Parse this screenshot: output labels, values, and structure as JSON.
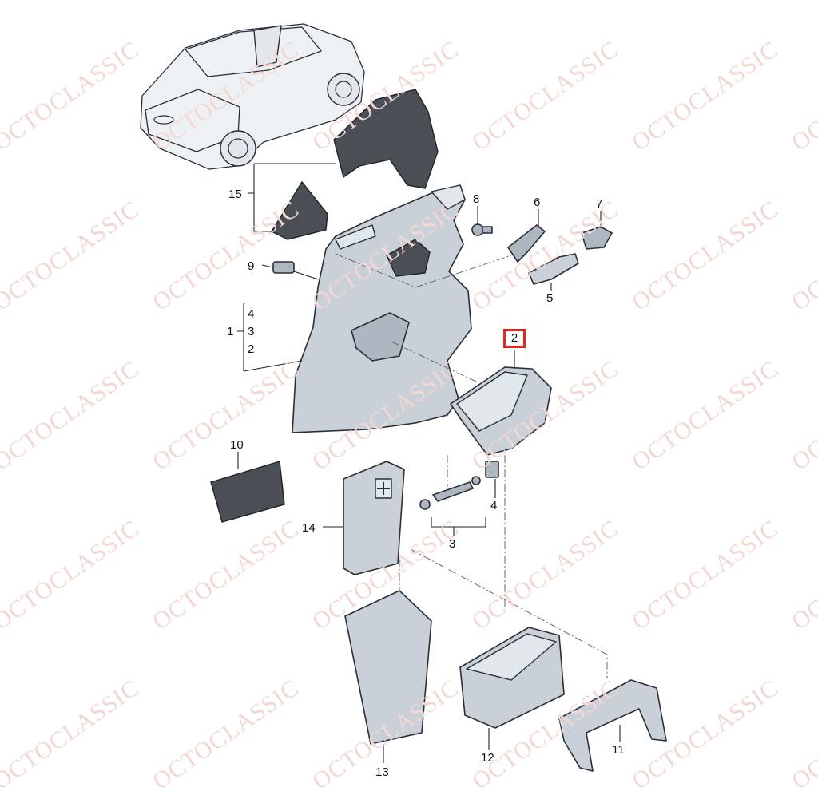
{
  "watermark": {
    "text": "OCTOCLASSIC",
    "color": "#f2d7d3"
  },
  "highlight": {
    "label": "2",
    "color": "#e0271e"
  },
  "callouts": {
    "c15": "15",
    "c8": "8",
    "c6": "6",
    "c7": "7",
    "c9": "9",
    "c5": "5",
    "c4a": "4",
    "c3a": "3",
    "c2a": "2",
    "c1": "1",
    "c10": "10",
    "c4b": "4",
    "c14": "14",
    "c3b": "3",
    "c12": "12",
    "c11": "11",
    "c13": "13"
  }
}
